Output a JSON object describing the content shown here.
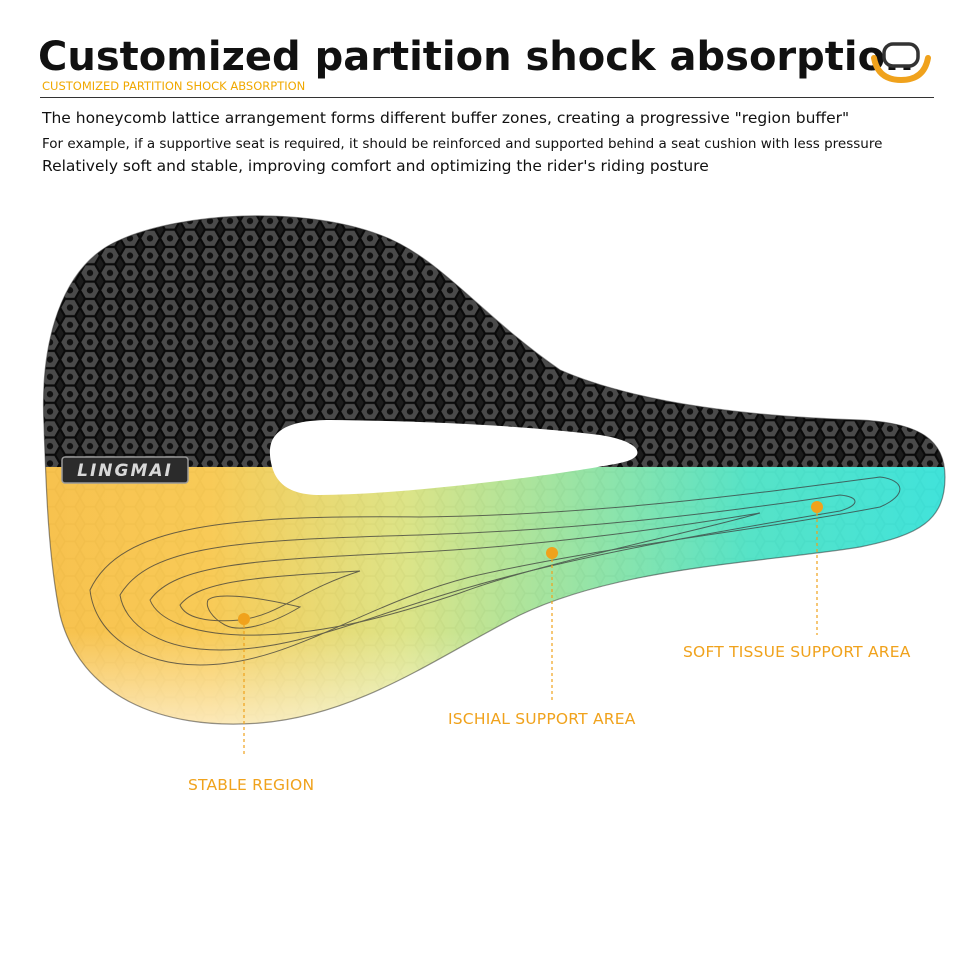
{
  "header": {
    "title": "Customized partition shock absorption",
    "subtitle": "CUSTOMIZED PARTITION SHOCK ABSORPTION",
    "logo_icon": "saddle-outline-icon",
    "accent_color": "#f0a800"
  },
  "description": {
    "line1": "The honeycomb lattice arrangement forms different buffer zones, creating a progressive \"region buffer\"",
    "line2": "For example, if a supportive seat is required, it should be reinforced and supported behind a seat cushion with less pressure",
    "line3": "Relatively soft and stable, improving comfort and optimizing the rider's riding posture"
  },
  "product": {
    "brand_mark": "LINGMAI",
    "zone_colors": [
      "#f7b733",
      "#8fe08f",
      "#25e0d8"
    ]
  },
  "callouts": {
    "stable": "STABLE REGION",
    "ischial": "ISCHIAL SUPPORT AREA",
    "soft_tissue": "SOFT TISSUE SUPPORT AREA",
    "color": "#f0a21c"
  }
}
